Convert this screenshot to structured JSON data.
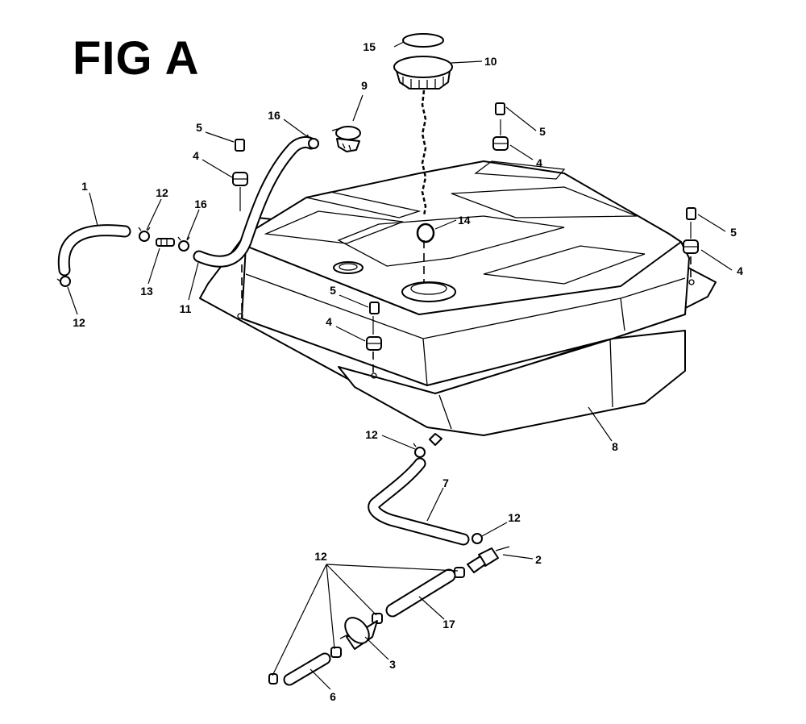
{
  "figure": {
    "title": "FIG A"
  },
  "callouts": {
    "c1": "1",
    "c2": "2",
    "c3": "3",
    "c4": "4",
    "c5": "5",
    "c6": "6",
    "c7": "7",
    "c8": "8",
    "c9": "9",
    "c10": "10",
    "c11": "11",
    "c12": "12",
    "c13": "13",
    "c14": "14",
    "c15": "15",
    "c16": "16",
    "c17": "17"
  }
}
